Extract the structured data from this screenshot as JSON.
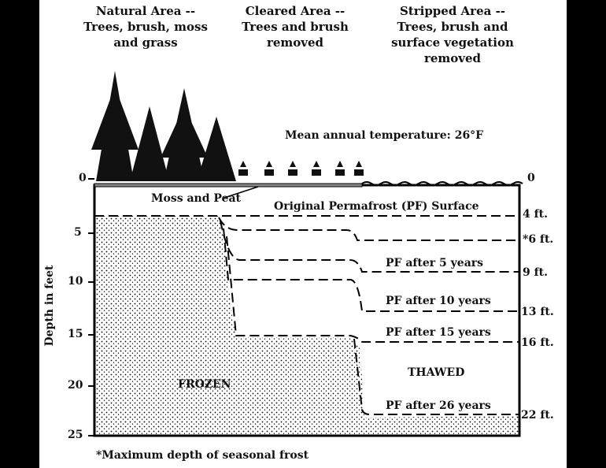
{
  "headers": [
    {
      "text": "Natural Area --\nTrees, brush, moss\nand grass"
    },
    {
      "text": "Cleared Area --\nTrees and brush\nremoved"
    },
    {
      "text": "Stripped Area --\nTrees, brush and\nsurface vegetation\nremoved"
    }
  ],
  "mean_temp_label": "Mean annual temperature: 26°F",
  "moss_peat_label": "Moss and Peat",
  "original_pf_label": "Original Permafrost (PF) Surface",
  "frozen_label": "FROZEN",
  "thawed_label": "THAWED",
  "pf_curves": [
    {
      "label": "",
      "right_depth": "*6 ft."
    },
    {
      "label": "PF after 5 years",
      "right_depth": "9 ft."
    },
    {
      "label": "PF after 10 years",
      "right_depth": "13 ft."
    },
    {
      "label": "PF after 15 years",
      "right_depth": "16 ft."
    },
    {
      "label": "PF after 26 years",
      "right_depth": "22 ft."
    }
  ],
  "right_axis": {
    "top": "0",
    "original": "4 ft."
  },
  "left_axis": {
    "label": "Depth in feet",
    "ticks": [
      "0",
      "5",
      "10",
      "15",
      "20",
      "25"
    ]
  },
  "footnote": "*Maximum depth of seasonal frost",
  "colors": {
    "frozen_stipple": "#000000",
    "moss": "#888888"
  }
}
